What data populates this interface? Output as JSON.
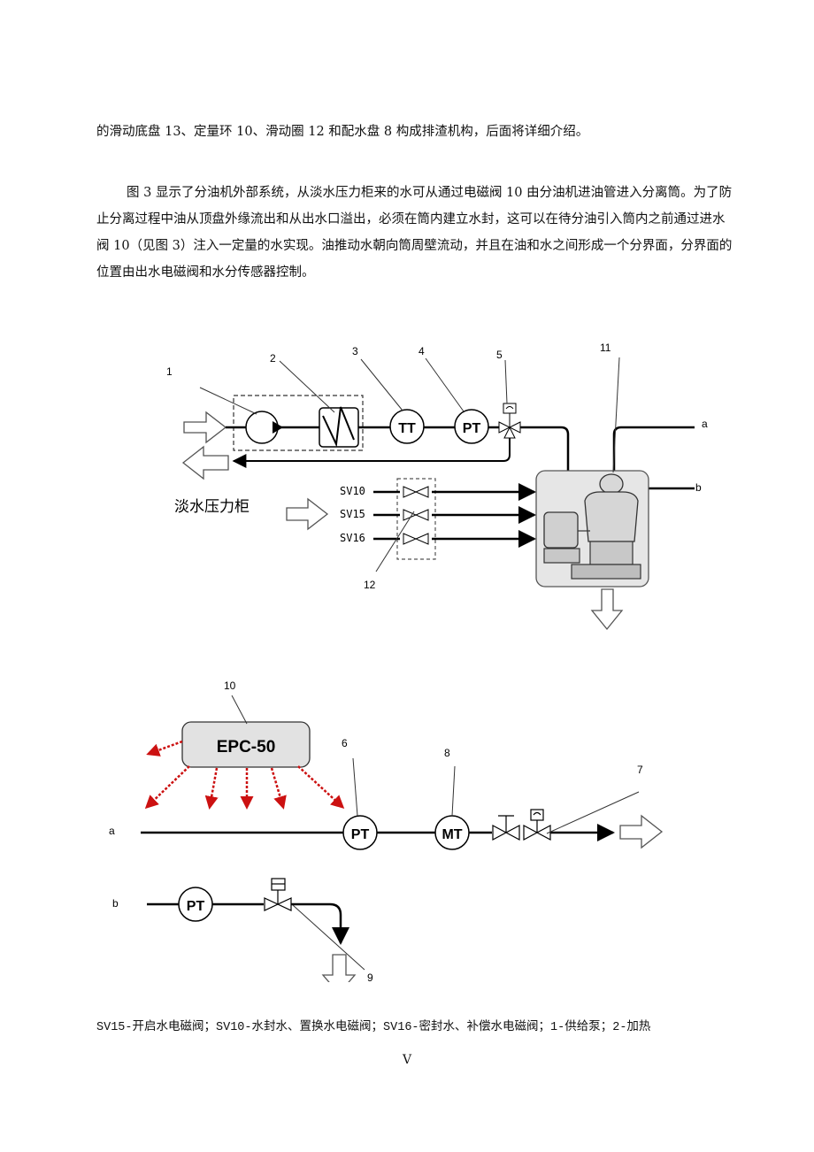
{
  "document": {
    "paragraph_1": "的滑动底盘 13、定量环 10、滑动圈 12 和配水盘 8 构成排渣机构，后面将详细介绍。",
    "paragraph_2": "图 3 显示了分油机外部系统，从淡水压力柜来的水可从通过电磁阀 10 由分油机进油管进入分离筒。为了防止分离过程中油从顶盘外缘流出和从出水口溢出，必须在筒内建立水封，这可以在待分油引入筒内之前通过进水阀 10（见图 3）注入一定量的水实现。油推动水朝向筒周壁流动，并且在油和水之间形成一个分界面，分界面的位置由出水电磁阀和水分传感器控制。",
    "caption": "SV15-开启水电磁阀；SV10-水封水、置换水电磁阀；SV16-密封水、补偿水电磁阀；1-供给泵；2-加热",
    "page_number": "V"
  },
  "diagram": {
    "callouts": [
      "1",
      "2",
      "3",
      "4",
      "5",
      "11",
      "12",
      "10",
      "6",
      "8",
      "7",
      "9"
    ],
    "line_labels": {
      "a_top": "a",
      "b_top": "b",
      "a_bottom": "a",
      "b_bottom": "b"
    },
    "tank_label": "淡水压力柜",
    "valve_labels": [
      "SV10",
      "SV15",
      "SV16"
    ],
    "instruments": {
      "tt": "TT",
      "pt_top": "PT",
      "pt_a": "PT",
      "mt": "MT",
      "pt_b": "PT"
    },
    "controller": "EPC-50",
    "colors": {
      "arrow_red": "#cc1111",
      "separator_fill": "#e6e6e6",
      "controller_fill": "#e2e2e2"
    }
  }
}
